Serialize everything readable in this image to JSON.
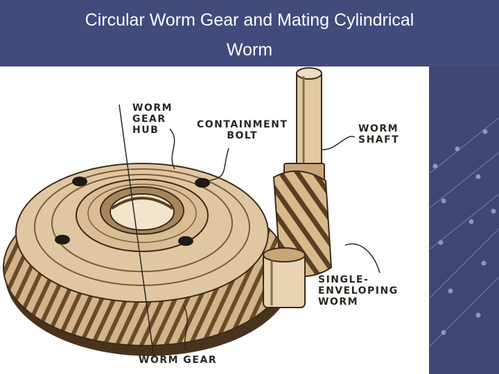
{
  "slide": {
    "title_line1": "Circular Worm Gear and Mating Cylindrical",
    "title_line2": "Worm",
    "background_color": "#3f4676",
    "accent_color": "#6a78b0"
  },
  "diagram": {
    "labels": {
      "worm_gear_hub": [
        "WORM",
        "GEAR",
        "HUB"
      ],
      "containment_bolt": [
        "CONTAINMENT",
        "BOLT"
      ],
      "worm_shaft": [
        "WORM",
        "SHAFT"
      ],
      "single_enveloping_worm": [
        "SINGLE-",
        "ENVELOPING",
        "WORM"
      ],
      "worm_gear": "WORM GEAR"
    },
    "colors": {
      "gear_fill": "#c8a77c",
      "gear_dark": "#5a3f22",
      "ink": "#2a2520"
    }
  }
}
